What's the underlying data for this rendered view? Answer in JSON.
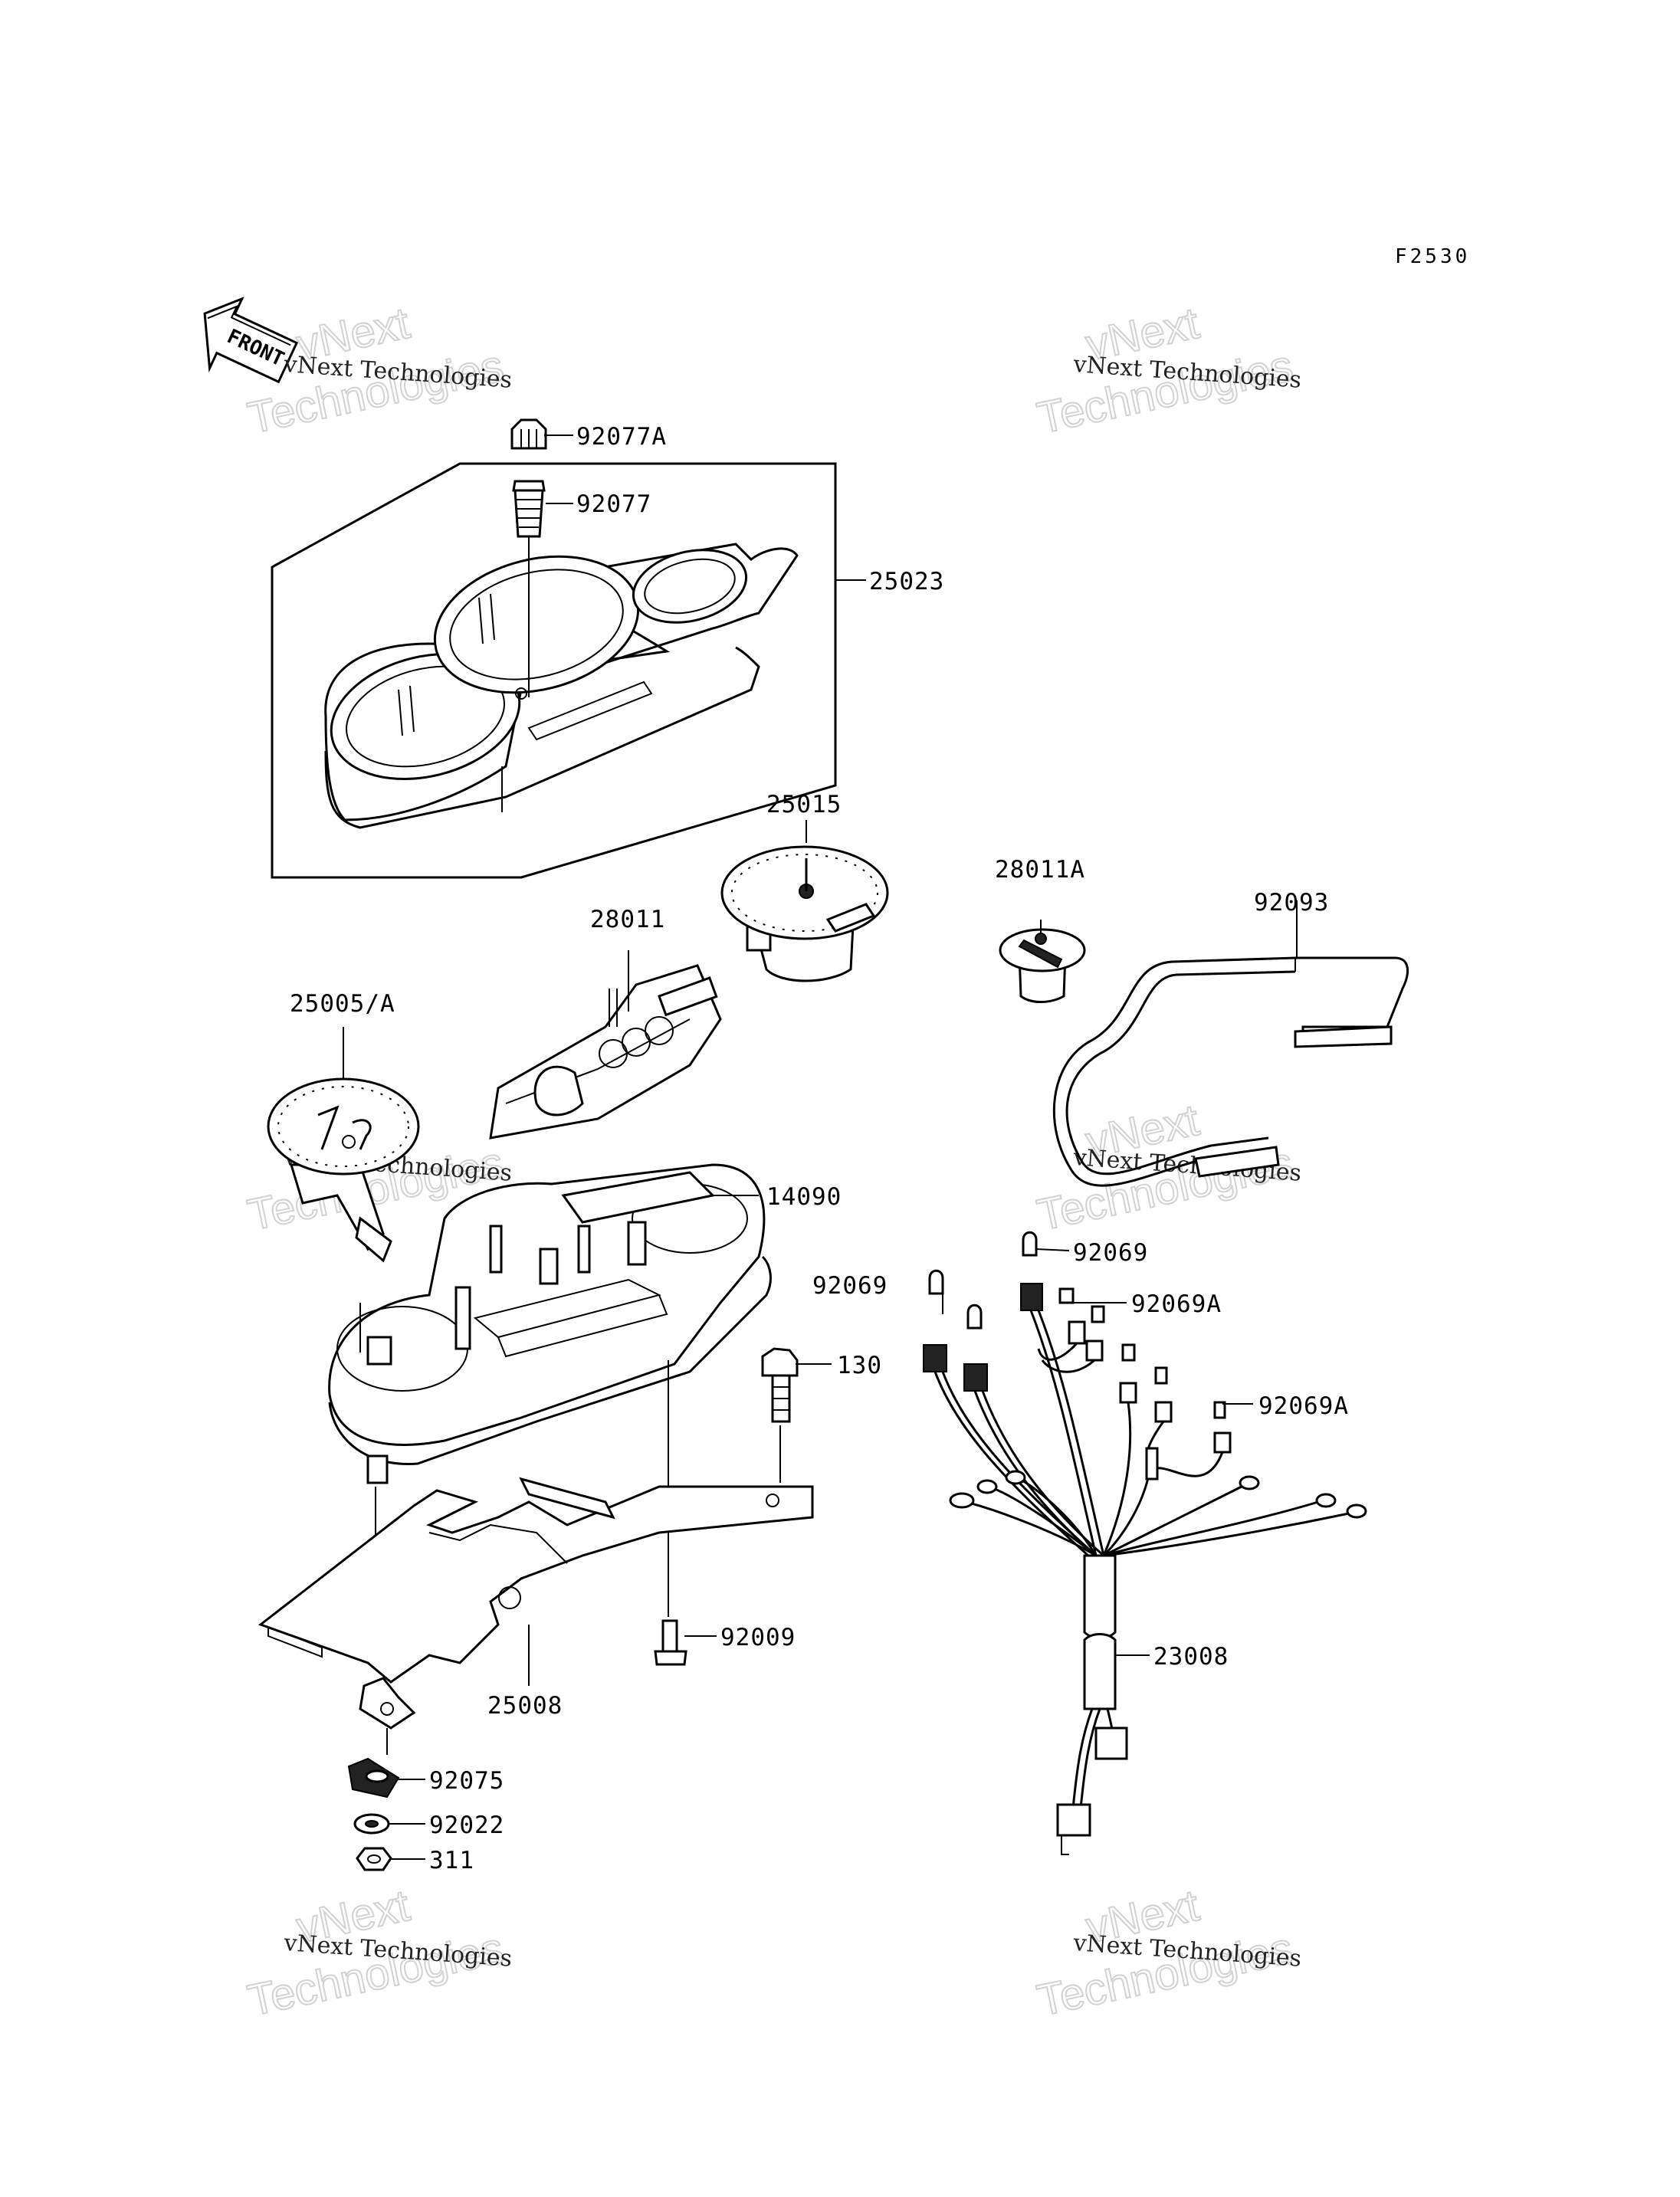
{
  "figure_code": "F2530",
  "front_marker": "FRONT",
  "watermark": {
    "small": "vNext Technologies",
    "line1": "vNext",
    "line2": "Technologies"
  },
  "parts": [
    {
      "id": "p92077A",
      "label": "92077A"
    },
    {
      "id": "p92077",
      "label": "92077"
    },
    {
      "id": "p25023",
      "label": "25023"
    },
    {
      "id": "p25015",
      "label": "25015"
    },
    {
      "id": "p28011A",
      "label": "28011A"
    },
    {
      "id": "p92093",
      "label": "92093"
    },
    {
      "id": "p28011",
      "label": "28011"
    },
    {
      "id": "p25005A",
      "label": "25005/A"
    },
    {
      "id": "p14090",
      "label": "14090"
    },
    {
      "id": "p92069a",
      "label": "92069"
    },
    {
      "id": "p92069b",
      "label": "92069"
    },
    {
      "id": "p92069A1",
      "label": "92069A"
    },
    {
      "id": "p130",
      "label": "130"
    },
    {
      "id": "p92069A2",
      "label": "92069A"
    },
    {
      "id": "p92009",
      "label": "92009"
    },
    {
      "id": "p23008",
      "label": "23008"
    },
    {
      "id": "p25008",
      "label": "25008"
    },
    {
      "id": "p92075",
      "label": "92075"
    },
    {
      "id": "p92022",
      "label": "92022"
    },
    {
      "id": "p311",
      "label": "311"
    }
  ]
}
